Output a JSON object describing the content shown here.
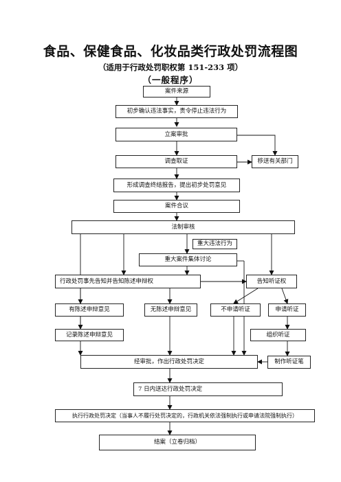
{
  "title": "食品、保健食品、化妆品类行政处罚流程图",
  "subtitle": "（适用于行政处罚职权第 151-233 项）",
  "subtitle2": "（一般程序）",
  "nodes": {
    "case_source": "案件来源",
    "initial_confirm": "初步确认违法事实，责令停止违法行为",
    "filing_approval": "立案审批",
    "investigation": "调查取证",
    "transfer": "移送有关部门",
    "report": "形成调查终结报告，提出初步处罚意见",
    "case_meeting": "案件合议",
    "legal_review": "法制审核",
    "major_violation": "重大违法行为",
    "major_discussion": "重大案件集体讨论",
    "prior_notice": "行政处罚事先告知并告知陈述申辩权",
    "hearing_notice": "告知听证权",
    "has_statement": "有陈述申辩意见",
    "no_statement": "无陈述申辩意见",
    "no_hearing": "不申请听证",
    "apply_hearing": "申请听证",
    "record_statement": "记录陈述申辩意见",
    "organize_hearing": "组织听证",
    "decision": "经审批，作出行政处罚决定",
    "hearing_record": "制作听证笔",
    "delivery": "7 日内送达行政处罚决定",
    "execution": "执行行政处罚决定（当事人不履行处罚决定的，行政机关依法强制执行或申请法院强制执行）",
    "closing": "结案（立卷归档）"
  }
}
